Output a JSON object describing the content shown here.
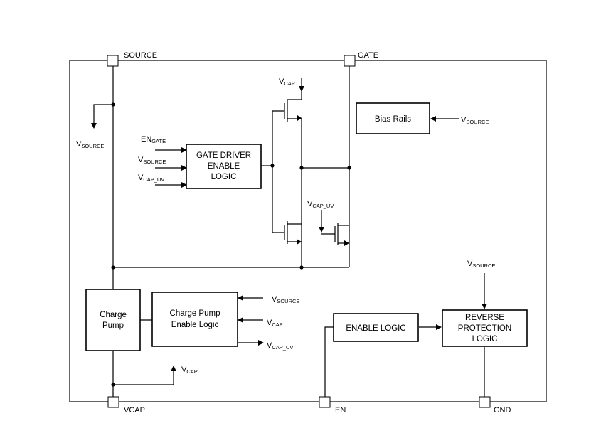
{
  "pins": {
    "source": "SOURCE",
    "gate": "GATE",
    "vcap": "VCAP",
    "en": "EN",
    "gnd": "GND"
  },
  "blocks": {
    "gate_driver": [
      "GATE DRIVER",
      "ENABLE",
      "LOGIC"
    ],
    "bias_rails": "Bias Rails",
    "charge_pump": [
      "Charge",
      "Pump"
    ],
    "charge_pump_enable": [
      "Charge Pump",
      "Enable Logic"
    ],
    "enable_logic": "ENABLE LOGIC",
    "reverse_protection": [
      "REVERSE",
      "PROTECTION",
      "LOGIC"
    ]
  },
  "signals": {
    "v": "V",
    "en": "EN",
    "gate_sub": "GATE",
    "source_sub": "SOURCE",
    "cap_sub": "CAP",
    "cap_uv_sub": "CAP_UV"
  }
}
